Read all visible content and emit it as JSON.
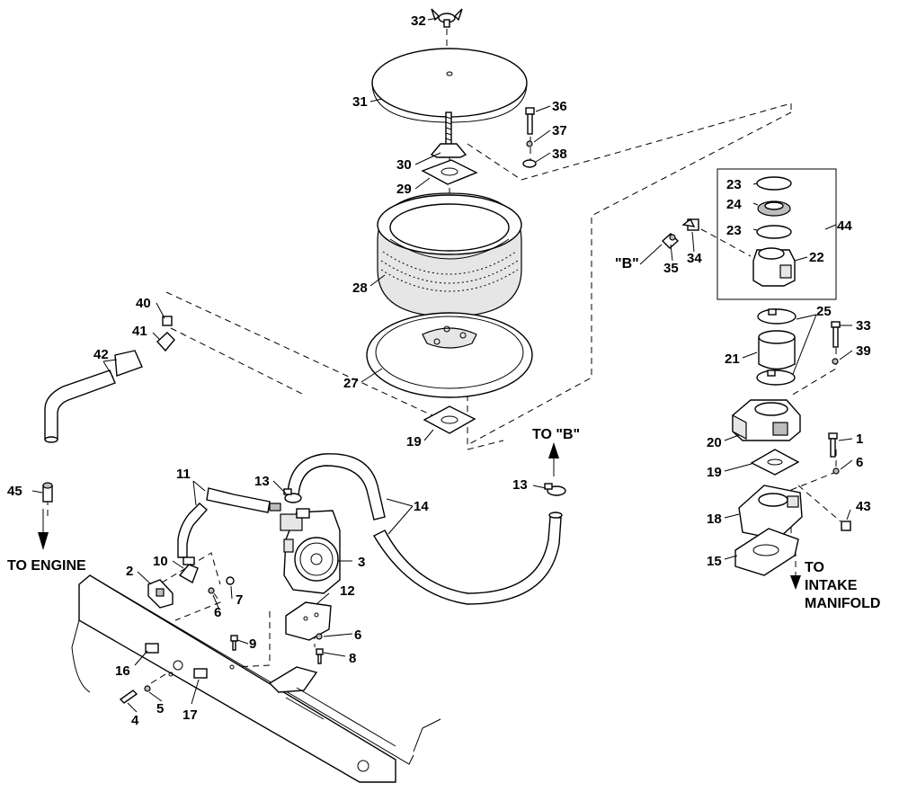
{
  "diagram": {
    "callouts": [
      "1",
      "2",
      "3",
      "4",
      "5",
      "6",
      "6",
      "6",
      "7",
      "8",
      "9",
      "10",
      "11",
      "12",
      "13",
      "13",
      "14",
      "15",
      "16",
      "17",
      "18",
      "19",
      "19",
      "20",
      "21",
      "22",
      "23",
      "23",
      "24",
      "25",
      "27",
      "28",
      "29",
      "30",
      "31",
      "32",
      "33",
      "34",
      "35",
      "36",
      "37",
      "38",
      "39",
      "40",
      "41",
      "42",
      "43",
      "44",
      "45"
    ],
    "notes": {
      "to_engine": "TO ENGINE",
      "to_b": "TO \"B\"",
      "b_marker": "\"B\"",
      "to_intake_line1": "TO",
      "to_intake_line2": "INTAKE",
      "to_intake_line3": "MANIFOLD"
    }
  }
}
